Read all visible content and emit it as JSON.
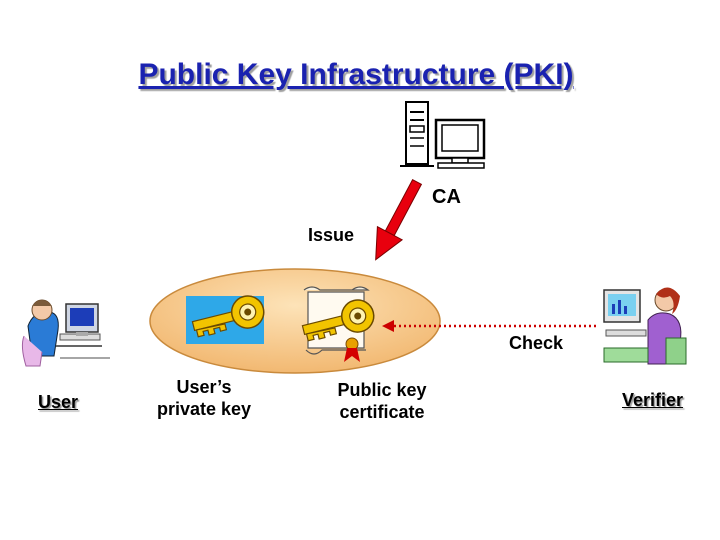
{
  "slide": {
    "title": "Public Key Infrastructure (PKI)"
  },
  "labels": {
    "ca": "CA",
    "issue": "Issue",
    "check": "Check",
    "user": "User",
    "verifier": "Verifier",
    "private_key_line1": "User’s",
    "private_key_line2": "private key",
    "certificate_line1": "Public key",
    "certificate_line2": "certificate"
  },
  "icons": {
    "ca_computer": "desktop-computer-icon",
    "user": "person-at-computer-icon",
    "verifier": "person-at-computer-icon",
    "private_key": "key-icon",
    "certificate": "certificate-key-icon"
  },
  "colors": {
    "title": "#1a22b0",
    "ellipse_fill": "#f5c98a",
    "issue_arrow": "#e8000e",
    "check_arrow": "#cc0000",
    "key_gold": "#f2c400",
    "key_tile_bg": "#2ea8e8"
  }
}
